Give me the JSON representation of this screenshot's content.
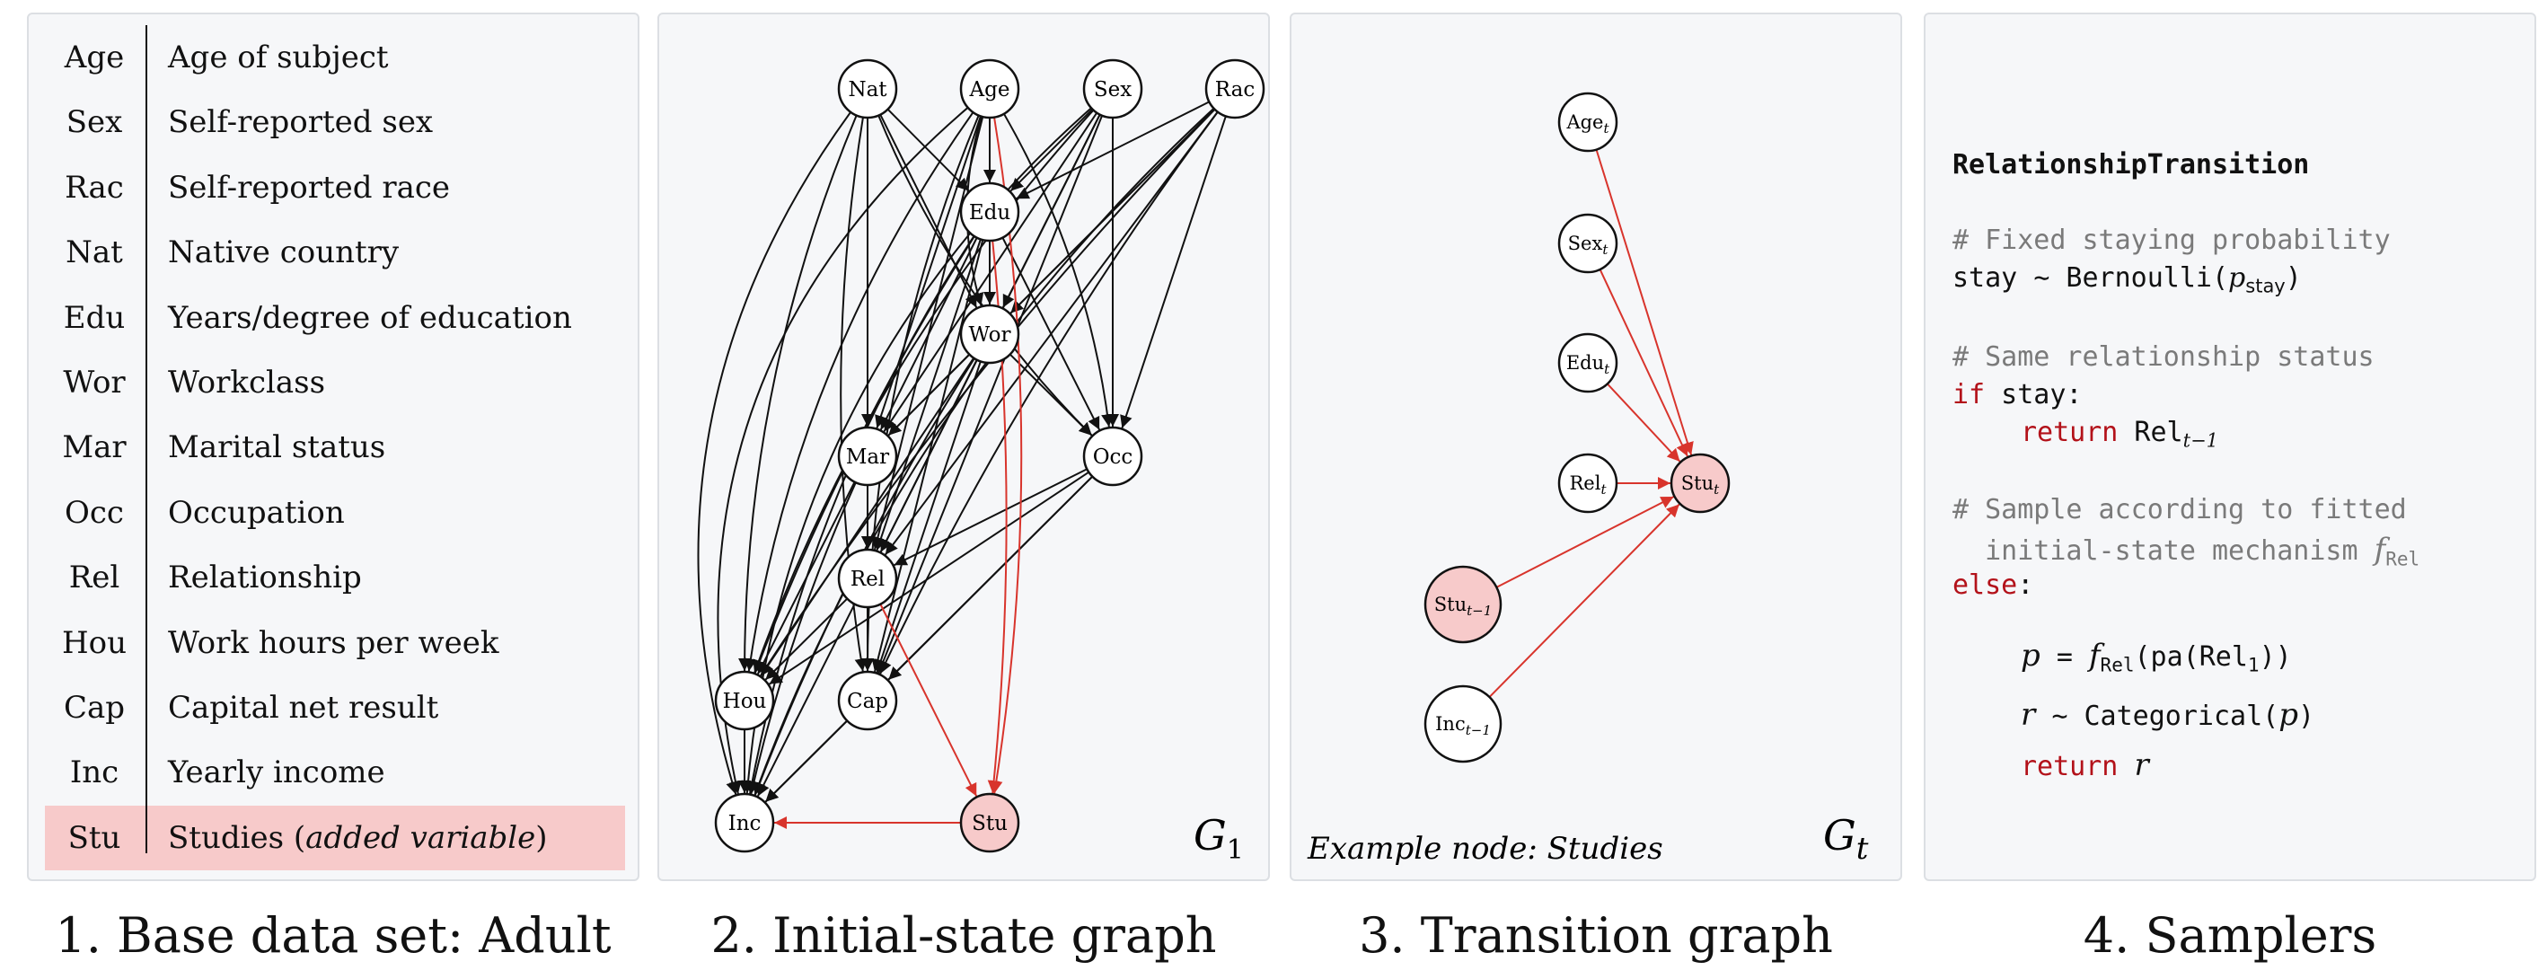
{
  "table": {
    "rows": [
      {
        "abbr": "Age",
        "desc": "Age of subject"
      },
      {
        "abbr": "Sex",
        "desc": "Self-reported sex"
      },
      {
        "abbr": "Rac",
        "desc": "Self-reported race"
      },
      {
        "abbr": "Nat",
        "desc": "Native country"
      },
      {
        "abbr": "Edu",
        "desc": "Years/degree of education"
      },
      {
        "abbr": "Wor",
        "desc": "Workclass"
      },
      {
        "abbr": "Mar",
        "desc": "Marital status"
      },
      {
        "abbr": "Occ",
        "desc": "Occupation"
      },
      {
        "abbr": "Rel",
        "desc": "Relationship"
      },
      {
        "abbr": "Hou",
        "desc": "Work hours per week"
      },
      {
        "abbr": "Cap",
        "desc": "Capital net result"
      },
      {
        "abbr": "Inc",
        "desc": "Yearly income"
      }
    ],
    "added_row": {
      "abbr": "Stu",
      "desc_prefix": "Studies (",
      "desc_italic": "added variable",
      "desc_suffix": ")"
    }
  },
  "captions": {
    "panel1": "1. Base data set: Adult",
    "panel2": "2. Initial-state graph",
    "panel3": "3. Transition graph",
    "panel4": "4. Samplers"
  },
  "graph1": {
    "label_letter": "G",
    "label_sub": "1",
    "nodes": [
      "Nat",
      "Age",
      "Sex",
      "Rac",
      "Edu",
      "Wor",
      "Mar",
      "Occ",
      "Rel",
      "Hou",
      "Cap",
      "Inc",
      "Stu"
    ],
    "highlight_node": "Stu",
    "edge_color": "#111111",
    "highlight_edge_color": "#d8342c",
    "highlight_fill": "#f7caca"
  },
  "graph2": {
    "label_letter": "G",
    "label_sub": "t",
    "example_text": "Example node: Studies",
    "nodes": [
      {
        "base": "Age",
        "sub": "t"
      },
      {
        "base": "Sex",
        "sub": "t"
      },
      {
        "base": "Edu",
        "sub": "t"
      },
      {
        "base": "Rel",
        "sub": "t"
      },
      {
        "base": "Stu",
        "sub": "t"
      },
      {
        "base": "Stu",
        "sub": "t−1"
      },
      {
        "base": "Inc",
        "sub": "t−1"
      }
    ]
  },
  "code": {
    "title": "RelationshipTransition",
    "comment1": "# Fixed staying probability",
    "stay_line": "stay ∼ Bernoulli(",
    "p_letter": "p",
    "p_sub": "stay",
    "close_paren": ")",
    "comment2": "# Same relationship status",
    "if_kw": "if",
    "if_rest": " stay:",
    "return_kw": "return",
    "rel_prev": " Rel",
    "rel_prev_sub": "t−1",
    "comment3a": "# Sample according to fitted",
    "comment3b": "  initial-state mechanism ",
    "f_letter": "f",
    "f_sub": "Rel",
    "else_kw": "else",
    "else_colon": ":",
    "p_assign_lhs": "p",
    "p_assign_eq": " = ",
    "p_assign_f": "f",
    "p_assign_f_sub": "Rel",
    "p_assign_rest_open": "(pa(Rel",
    "p_assign_rel_sub": "1",
    "p_assign_rest_close": "))",
    "r_lhs": "r",
    "r_rest": " ∼ Categorical(",
    "r_p": "p",
    "r_close": ")",
    "return_kw2": "return",
    "return_r": "r"
  }
}
